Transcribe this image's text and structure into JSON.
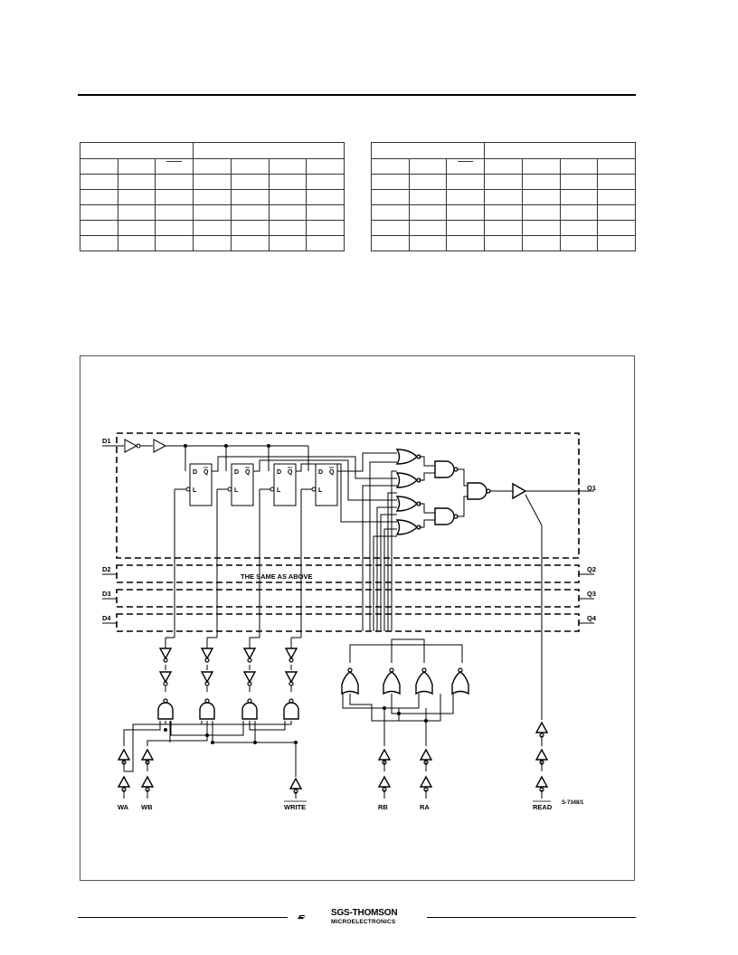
{
  "figure": {
    "labels": {
      "d1": "D1",
      "d2": "D2",
      "d3": "D3",
      "d4": "D4",
      "q1": "Q1",
      "q2": "Q2",
      "q3": "Q3",
      "q4": "Q4",
      "same_as_above": "THE SAME AS ABOVE",
      "wa": "WA",
      "wb": "WB",
      "write": "WRITE",
      "rb": "RB",
      "ra": "RA",
      "read": "READ",
      "ref": "S-7348/1",
      "latch_d": "D",
      "latch_q": "Q",
      "latch_l": "L"
    }
  },
  "footer": {
    "brand_line1": "SGS-THOMSON",
    "brand_line2": "MICROELECTRONICS"
  }
}
